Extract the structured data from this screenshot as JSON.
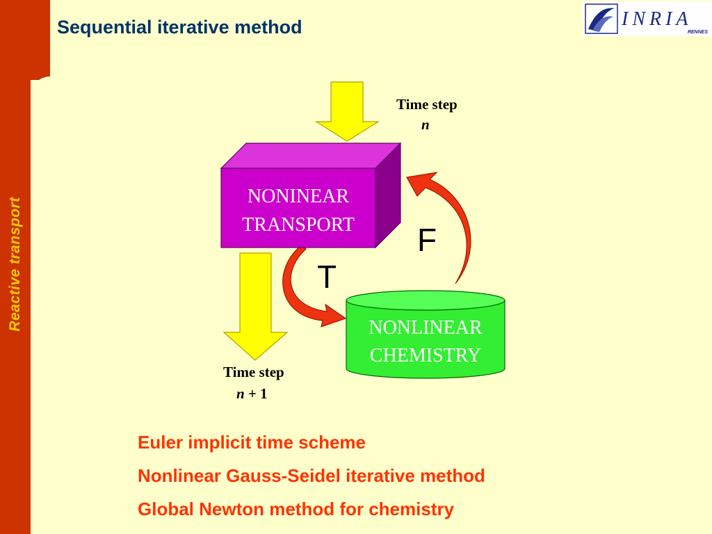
{
  "slide": {
    "title": "Sequential iterative method",
    "sidebar_label": "Reactive transport",
    "logo": {
      "text": "INRIA",
      "subtext": "RENNES"
    }
  },
  "diagram": {
    "transport_box": {
      "line1": "NONINEAR",
      "line2": "TRANSPORT"
    },
    "chemistry_box": {
      "line1": "NONLINEAR",
      "line2": "CHEMISTRY"
    },
    "time_step_top": {
      "line1": "Time step",
      "line2": "n"
    },
    "time_step_bottom": {
      "line1": "Time step",
      "var": "n",
      "rest": " + 1"
    },
    "arrow_labels": {
      "forward": "F",
      "transport": "T"
    }
  },
  "bullets": [
    "Euler implicit time scheme",
    "Nonlinear Gauss-Seidel iterative method",
    "Global Newton method for chemistry"
  ],
  "colors": {
    "sidebar": "#cc3300",
    "background": "#ffffcc",
    "title": "#003366",
    "bullets": "#ff3300",
    "transport_box": "#cc00cc",
    "chemistry_box": "#33ff33",
    "time_arrows": "#ffff00",
    "curved_arrows": "#ee3311"
  }
}
